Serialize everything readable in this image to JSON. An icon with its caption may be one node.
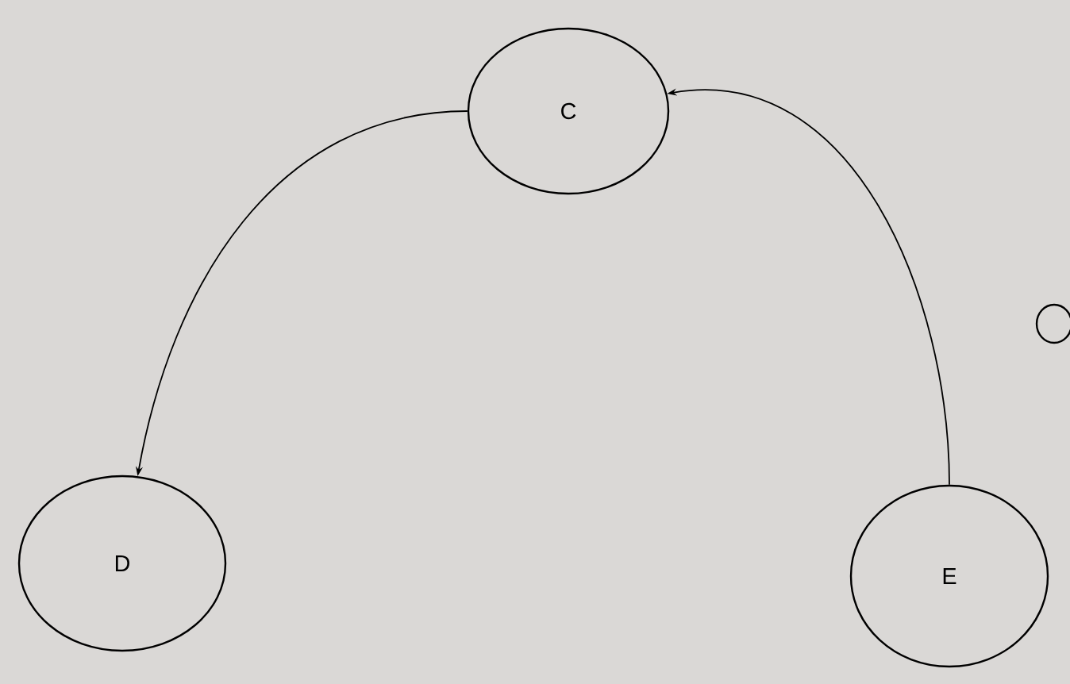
{
  "diagram": {
    "nodes": [
      {
        "text": [
          "C"
        ]
      },
      {
        "text": [
          "D"
        ]
      },
      {
        "text": [
          "E"
        ]
      },
      {
        "text": [],
        "shape": "circle"
      }
    ],
    "edges": [
      {
        "from": 0,
        "to": 1,
        "arrow": "to"
      },
      {
        "from": 2,
        "to": 0,
        "arrow": "to"
      }
    ]
  }
}
